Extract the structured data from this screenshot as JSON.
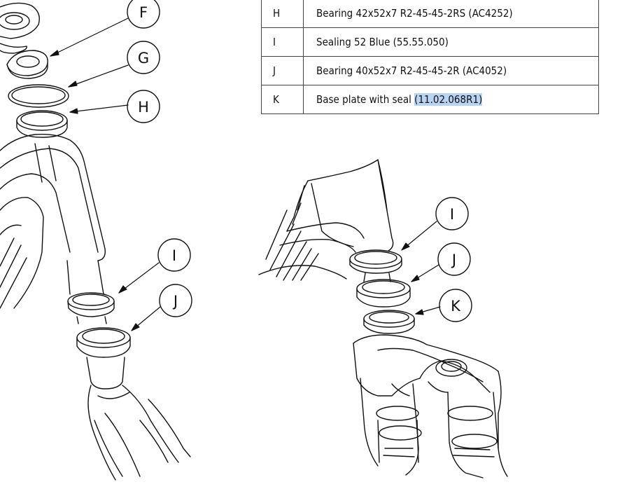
{
  "parts": [
    {
      "letter": "H",
      "description": "Bearing 42x52x7 R2-45-45-2RS (AC4252)",
      "highlight": ""
    },
    {
      "letter": "I",
      "description": "Sealing 52 Blue (55.55.050)",
      "highlight": ""
    },
    {
      "letter": "J",
      "description": "Bearing 40x52x7 R2-45-45-2R (AC4052)",
      "highlight": ""
    },
    {
      "letter": "K",
      "description": "Base plate with seal ",
      "highlight": "(11.02.068R1)"
    }
  ],
  "callouts_left": {
    "f": "F",
    "g": "G",
    "h": "H",
    "i": "I",
    "j": "J"
  },
  "callouts_right": {
    "i": "I",
    "j": "J",
    "k": "K"
  }
}
